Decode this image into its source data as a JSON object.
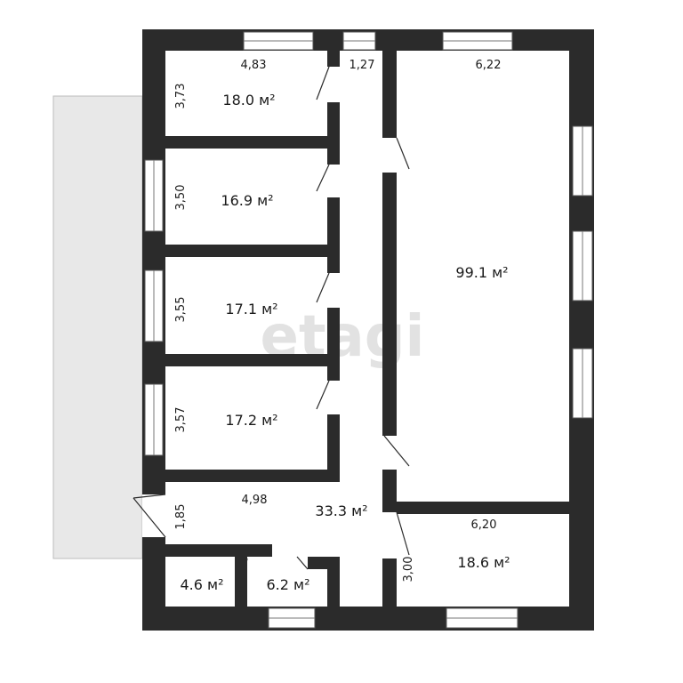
{
  "watermark": "etagi",
  "colors": {
    "wall": "#2b2b2b",
    "terrace": "#e8e8e8",
    "background": "#ffffff"
  },
  "rooms": [
    {
      "id": "room-1",
      "area": "18.0 м²",
      "width": "4,83",
      "height": "3,73"
    },
    {
      "id": "room-2",
      "area": "16.9 м²",
      "height": "3,50"
    },
    {
      "id": "room-3",
      "area": "17.1 м²",
      "height": "3,55"
    },
    {
      "id": "room-4",
      "area": "17.2 м²",
      "height": "3,57"
    },
    {
      "id": "hall",
      "area": "99.1 м²",
      "width": "6,22"
    },
    {
      "id": "corridor",
      "area": "33.3 м²",
      "width": "1,27",
      "length": "4,98",
      "depth": "1,85"
    },
    {
      "id": "room-se",
      "area": "18.6 м²",
      "width": "6,20",
      "height": "3,00"
    },
    {
      "id": "small-1",
      "area": "4.6 м²"
    },
    {
      "id": "small-2",
      "area": "6.2 м²"
    }
  ]
}
